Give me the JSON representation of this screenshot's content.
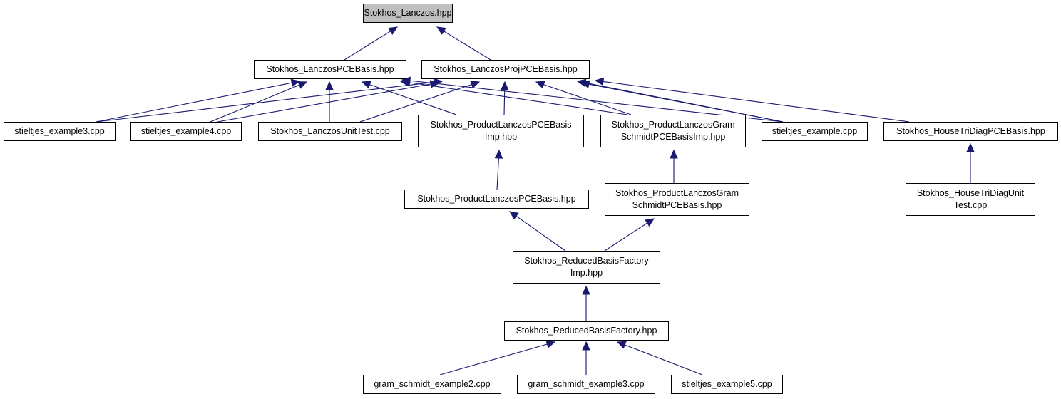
{
  "colors": {
    "edge": "#191970",
    "root_fill": "#bfbfbf",
    "node_fill": "#ffffff",
    "border": "#000000"
  },
  "nodes": {
    "lanczos": {
      "lines": [
        "Stokhos_Lanczos.hpp"
      ]
    },
    "lanczos_pce": {
      "lines": [
        "Stokhos_LanczosPCEBasis.hpp"
      ]
    },
    "lanczos_proj": {
      "lines": [
        "Stokhos_LanczosProjPCEBasis.hpp"
      ]
    },
    "stieltjes3": {
      "lines": [
        "stieltjes_example3.cpp"
      ]
    },
    "stieltjes4": {
      "lines": [
        "stieltjes_example4.cpp"
      ]
    },
    "unittest": {
      "lines": [
        "Stokhos_LanczosUnitTest.cpp"
      ]
    },
    "prod_imp": {
      "lines": [
        "Stokhos_ProductLanczosPCEBasis",
        "Imp.hpp"
      ]
    },
    "gram_imp": {
      "lines": [
        "Stokhos_ProductLanczosGram",
        "SchmidtPCEBasisImp.hpp"
      ]
    },
    "stieltjes": {
      "lines": [
        "stieltjes_example.cpp"
      ]
    },
    "housetri": {
      "lines": [
        "Stokhos_HouseTriDiagPCEBasis.hpp"
      ]
    },
    "prod": {
      "lines": [
        "Stokhos_ProductLanczosPCEBasis.hpp"
      ]
    },
    "gram": {
      "lines": [
        "Stokhos_ProductLanczosGram",
        "SchmidtPCEBasis.hpp"
      ]
    },
    "houseunit": {
      "lines": [
        "Stokhos_HouseTriDiagUnit",
        "Test.cpp"
      ]
    },
    "rbf_imp": {
      "lines": [
        "Stokhos_ReducedBasisFactory",
        "Imp.hpp"
      ]
    },
    "rbf": {
      "lines": [
        "Stokhos_ReducedBasisFactory.hpp"
      ]
    },
    "gram2": {
      "lines": [
        "gram_schmidt_example2.cpp"
      ]
    },
    "gram3": {
      "lines": [
        "gram_schmidt_example3.cpp"
      ]
    },
    "stieltjes5": {
      "lines": [
        "stieltjes_example5.cpp"
      ]
    }
  }
}
